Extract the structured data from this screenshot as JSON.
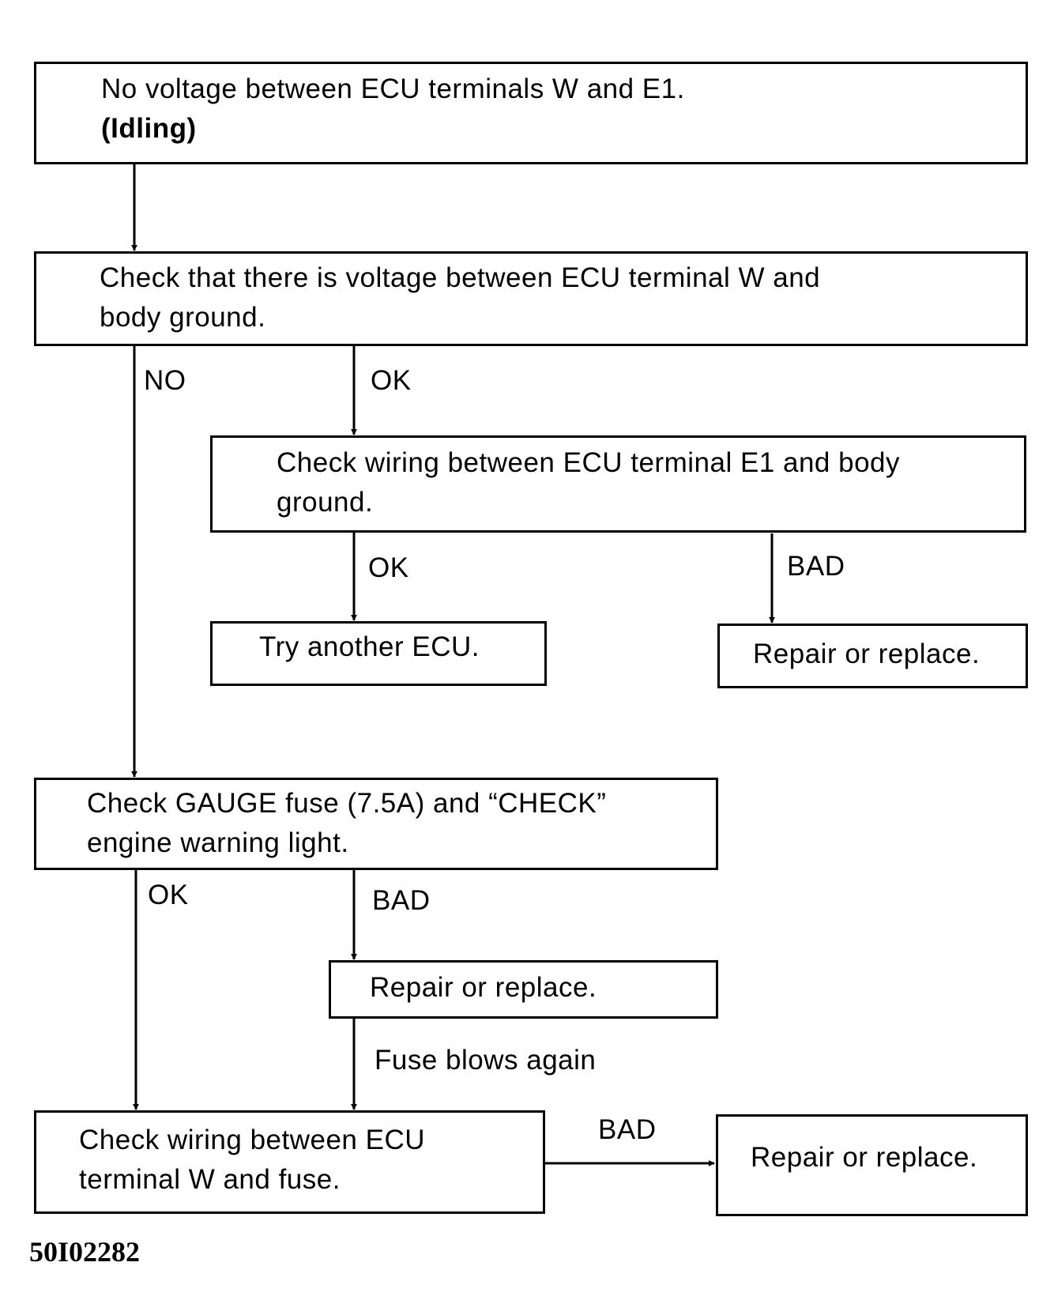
{
  "boxes": {
    "b1": {
      "line1": "No voltage between ECU terminals W and E1.",
      "line2": "(Idling)"
    },
    "b2": {
      "line1": "Check that there is voltage between ECU terminal W and",
      "line2": "body ground."
    },
    "b3": {
      "line1": "Check wiring between ECU terminal E1 and body",
      "line2": "ground."
    },
    "b4": {
      "line1": "Try another ECU."
    },
    "b5": {
      "line1": "Repair or replace."
    },
    "b6": {
      "line1": "Check GAUGE fuse (7.5A) and “CHECK”",
      "line2": "engine warning light."
    },
    "b7": {
      "line1": "Repair or replace."
    },
    "b8": {
      "line1": "Check wiring between ECU",
      "line2": "terminal W and fuse."
    },
    "b9": {
      "line1": "Repair or replace."
    }
  },
  "labels": {
    "no": "NO",
    "ok1": "OK",
    "ok2": "OK",
    "bad1": "BAD",
    "ok3": "OK",
    "bad2": "BAD",
    "fuse": "Fuse blows again",
    "bad3": "BAD"
  },
  "figure_id": "50I02282"
}
